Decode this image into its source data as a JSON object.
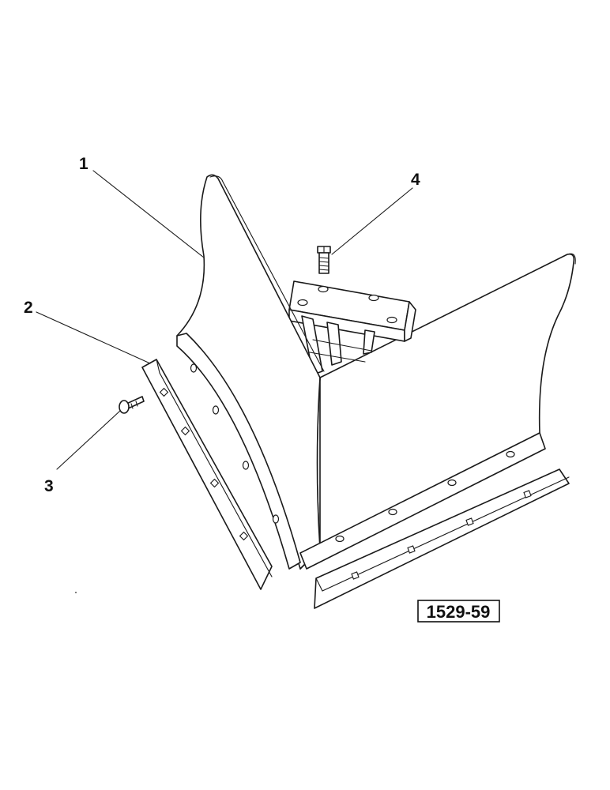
{
  "figure": {
    "callouts": [
      {
        "id": "1",
        "label": "1"
      },
      {
        "id": "2",
        "label": "2"
      },
      {
        "id": "3",
        "label": "3"
      },
      {
        "id": "4",
        "label": "4"
      }
    ],
    "reference_number": "1529-59"
  }
}
